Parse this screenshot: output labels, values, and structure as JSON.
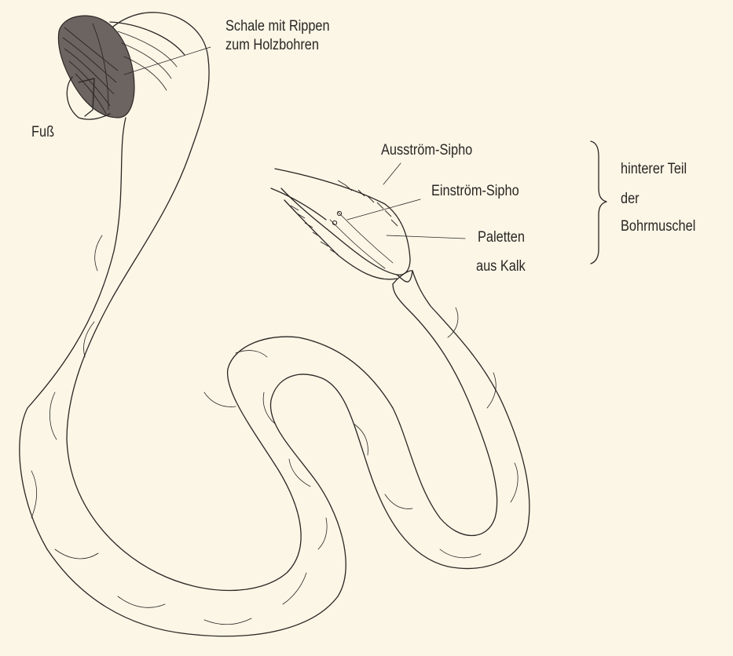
{
  "labels": {
    "shell_line1": "Schale mit Rippen",
    "shell_line2": "zum Holzbohren",
    "foot": "Fuß",
    "excurrent_siphon": "Ausström-Sipho",
    "incurrent_siphon": "Einström-Sipho",
    "pallets_line1": "Paletten",
    "pallets_line2": "aus Kalk",
    "rear_line1": "hinterer Teil",
    "rear_line2": "der",
    "rear_line3": "Bohrmuschel"
  },
  "colors": {
    "background": "#fbf6e6",
    "ink": "#2a2624",
    "shell_fill": "#6b6460"
  }
}
